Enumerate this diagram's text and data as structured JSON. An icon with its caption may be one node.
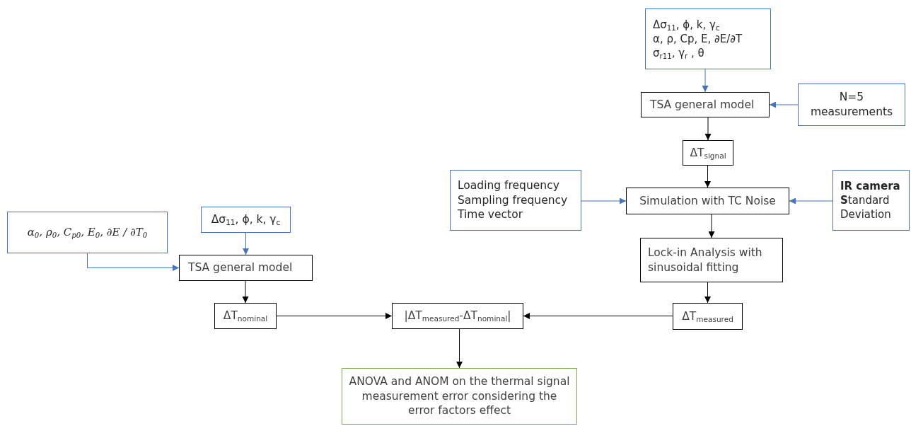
{
  "diagram": {
    "nodes": [
      {
        "text": [
          "Δσ$_{11}$, ϕ, k, γ$_{c}$",
          "α, ρ, Cp, E, ∂E/∂T",
          "σ$_{r11}$, γ$_{r}$ , θ"
        ]
      },
      {
        "text": [
          "TSA general model"
        ]
      },
      {
        "text": [
          "N=5 measurements"
        ]
      },
      {
        "text": [
          "ΔT$_{signal}$"
        ]
      },
      {
        "text": [
          "Loading frequency",
          "Sampling frequency",
          "Time vector"
        ]
      },
      {
        "text": [
          "Simulation with TC Noise"
        ]
      },
      {
        "text": [
          "**IR camera**",
          "**S**tandard Deviation"
        ]
      },
      {
        "text": [
          "Lock-in Analysis with sinusoidal fitting"
        ]
      },
      {
        "text": [
          "ΔT$_{measured}$"
        ]
      },
      {
        "text": [
          "α$_{0}$, ρ$_{0}$, C$_{p0}$, E$_{0}$, ∂E / ∂T$_{0}$"
        ]
      },
      {
        "text": [
          "Δσ$_{11}$, ϕ, k, γ$_{c}$"
        ]
      },
      {
        "text": [
          "TSA general model"
        ]
      },
      {
        "text": [
          "ΔT$_{nominal}$"
        ]
      },
      {
        "text": [
          "|ΔT$_{measured}$-ΔT$_{nominal}$|"
        ]
      },
      {
        "text": [
          "ANOVA and ANOM on the thermal signal measurement error considering the error factors effect"
        ]
      }
    ],
    "edges": [
      {
        "from": 0,
        "to": 1,
        "arrow": "to",
        "color": "#4472c4"
      },
      {
        "from": 2,
        "to": 1,
        "arrow": "to",
        "color": "#4472c4"
      },
      {
        "from": 1,
        "to": 3,
        "arrow": "to"
      },
      {
        "from": 3,
        "to": 5,
        "arrow": "to"
      },
      {
        "from": 4,
        "to": 5,
        "arrow": "to",
        "color": "#4472c4"
      },
      {
        "from": 6,
        "to": 5,
        "arrow": "to",
        "color": "#4472c4"
      },
      {
        "from": 5,
        "to": 7,
        "arrow": "to"
      },
      {
        "from": 7,
        "to": 8,
        "arrow": "to"
      },
      {
        "from": 8,
        "to": 13,
        "arrow": "to"
      },
      {
        "from": 9,
        "to": 11,
        "arrow": "to",
        "color": "#4472c4"
      },
      {
        "from": 10,
        "to": 11,
        "arrow": "to",
        "color": "#4472c4"
      },
      {
        "from": 11,
        "to": 12,
        "arrow": "to"
      },
      {
        "from": 12,
        "to": 13,
        "arrow": "to"
      },
      {
        "from": 13,
        "to": 14,
        "arrow": "to"
      }
    ]
  }
}
